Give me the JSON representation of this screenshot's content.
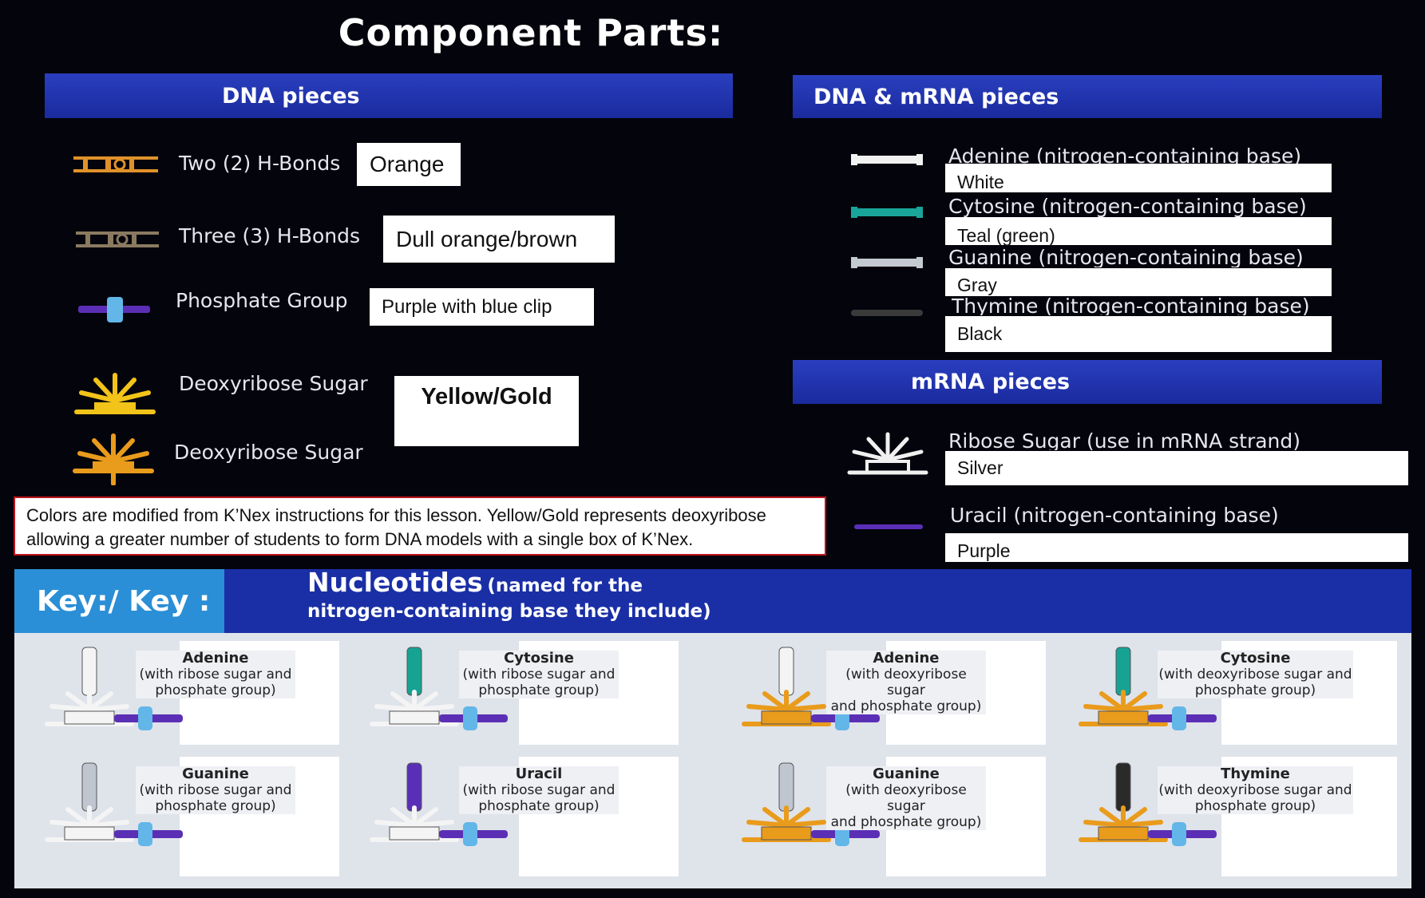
{
  "title": "Component Parts:",
  "dna_pieces": {
    "header": "DNA pieces",
    "items": [
      {
        "label": "Two (2) H-Bonds",
        "answer": "Orange",
        "icon": "hbond-two-icon",
        "color": "#e0922a"
      },
      {
        "label": "Three (3) H-Bonds",
        "answer": "Dull orange/brown",
        "icon": "hbond-three-icon",
        "color": "#8a7a60"
      },
      {
        "label": "Phosphate Group",
        "answer": "Purple with blue clip",
        "icon": "phosphate-icon",
        "color": "#6a3cc0"
      },
      {
        "label": "Deoxyribose Sugar",
        "answer": "Yellow/Gold",
        "icon": "deoxyribose-yellow-icon",
        "color": "#f2c419"
      },
      {
        "label": "Deoxyribose Sugar",
        "icon": "deoxyribose-orange-icon",
        "color": "#e99b1c"
      }
    ]
  },
  "dna_mrna_pieces": {
    "header": "DNA & mRNA pieces",
    "items": [
      {
        "label": "Adenine (nitrogen-containing base)",
        "answer": "White",
        "color": "#f2f2f2"
      },
      {
        "label": "Cytosine (nitrogen-containing base)",
        "answer": "Teal (green)",
        "color": "#1aa59a"
      },
      {
        "label": "Guanine (nitrogen-containing base)",
        "answer": "Gray",
        "color": "#c4cad2"
      },
      {
        "label": "Thymine (nitrogen-containing base)",
        "answer": "Black",
        "color": "#2a2a2a"
      }
    ]
  },
  "mrna_pieces": {
    "header": "mRNA pieces",
    "items": [
      {
        "label": "Ribose Sugar (use in mRNA strand)",
        "answer": "Silver",
        "color": "#f0f0f0"
      },
      {
        "label": "Uracil (nitrogen-containing base)",
        "answer": "Purple",
        "color": "#5a2fb8"
      }
    ]
  },
  "note": "Colors are modified from K’Nex instructions for this lesson.  Yellow/Gold  represents deoxyribose allowing a greater number of students to form DNA models with a single box of K’Nex.",
  "key": {
    "tab": "Key:/ Key :",
    "title_big": "Nucleotides",
    "title_small_1": "(named for the",
    "title_small_2": "nitrogen-containing base they include)",
    "nucleotides": [
      {
        "name": "Adenine",
        "l1": "(with ribose sugar and",
        "l2": "phosphate group)",
        "base": "#f4f4f4",
        "sugar": "#f4f4f4"
      },
      {
        "name": "Cytosine",
        "l1": "(with ribose sugar and",
        "l2": "phosphate group)",
        "base": "#16a394",
        "sugar": "#f4f4f4"
      },
      {
        "name": "Adenine",
        "l1": "(with deoxyribose sugar",
        "l2": "and phosphate group)",
        "base": "#f4f4f4",
        "sugar": "#e99b1c"
      },
      {
        "name": "Cytosine",
        "l1": "(with deoxyribose sugar and",
        "l2": "phosphate group)",
        "base": "#16a394",
        "sugar": "#e99b1c"
      },
      {
        "name": "Guanine",
        "l1": "(with ribose sugar and",
        "l2": "phosphate group)",
        "base": "#bfc6d0",
        "sugar": "#f4f4f4"
      },
      {
        "name": "Uracil",
        "l1": "(with ribose sugar and",
        "l2": "phosphate group)",
        "base": "#5a2fb8",
        "sugar": "#f4f4f4"
      },
      {
        "name": "Guanine",
        "l1": "(with deoxyribose sugar",
        "l2": "and phosphate group)",
        "base": "#bfc6d0",
        "sugar": "#e99b1c"
      },
      {
        "name": "Thymine",
        "l1": "(with deoxyribose sugar and",
        "l2": "phosphate group)",
        "base": "#2a2a2a",
        "sugar": "#e99b1c"
      }
    ]
  }
}
